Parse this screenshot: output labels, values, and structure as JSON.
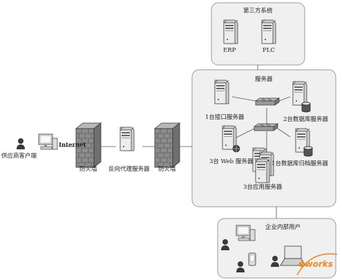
{
  "diagram": {
    "third_party_group": {
      "title": "第三方系统",
      "erp": "ERP",
      "plc": "PLC"
    },
    "server_group": {
      "title": "服务器",
      "interface_servers": "1台接口服务器",
      "db_servers": "2台数据库服务器",
      "web_servers": "3台 Web 服务器",
      "archive_server": "1台数据库归档服务器",
      "app_servers": "3台应用服务器"
    },
    "left_chain": {
      "supplier_client": "供应商客户端",
      "internet": "Internet",
      "firewall_1": "防火墙",
      "reverse_proxy": "反向代理服务器",
      "firewall_2": "防火墙"
    },
    "internal_group": {
      "title": "企业内部用户"
    },
    "watermark": {
      "letter": "e",
      "text": "works"
    },
    "colors": {
      "group_fill": "#f0f0f0",
      "group_stroke": "#9a9a9a",
      "line": "#555555",
      "server_fill": "#e4e4e4",
      "wall_fill": "#8c8c8c",
      "watermark_orange": "#f08a1c"
    },
    "icons": [
      "server-icon",
      "database-icon",
      "web-globe-icon",
      "network-switch-icon",
      "firewall-icon",
      "user-person-icon",
      "desktop-computer-icon",
      "laptop-icon",
      "phone-icon"
    ]
  }
}
